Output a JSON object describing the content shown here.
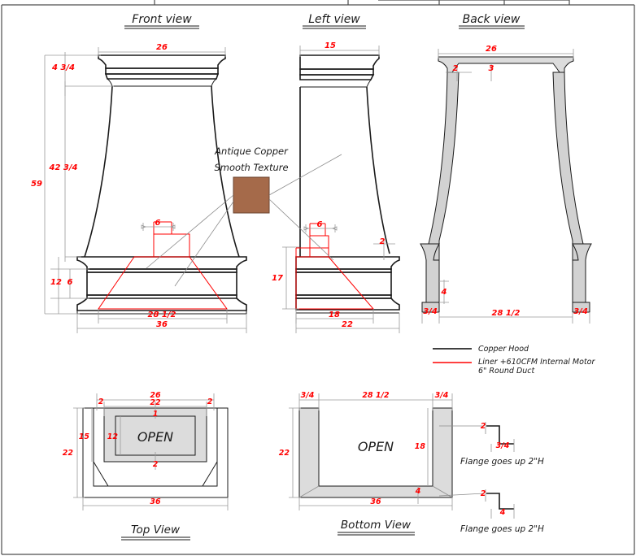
{
  "sheet": {
    "background": "#ffffff",
    "line_color": "#1a1a1a",
    "dim_color": "#ff0000",
    "leader_color": "#808080",
    "fill_gray": "#d9d9d9",
    "copper_swatch": "#a56a4a"
  },
  "views": {
    "front": {
      "title": "Front view",
      "dims": {
        "top_width": "26",
        "crown_height": "4 3/4",
        "body_height": "42 3/4",
        "total_height": "59",
        "base_total": "12",
        "base_band": "6",
        "duct_width": "6",
        "liner_width": "28 1/2",
        "bottom_width": "36"
      }
    },
    "left": {
      "title": "Left view",
      "dims": {
        "top_depth": "15",
        "base_height": "17",
        "duct_width": "6",
        "flange_offset": "2",
        "liner_depth": "18",
        "bottom_depth": "22"
      }
    },
    "back": {
      "title": "Back view",
      "dims": {
        "top_width": "26",
        "inset_left": "2",
        "inset_top": "3",
        "flange_left": "3/4",
        "flange_right": "3/4",
        "flange_height": "4",
        "inner_width": "28 1/2"
      }
    },
    "top": {
      "title": "Top View",
      "dims": {
        "outer_width": "26",
        "inner_width": "22",
        "side_left": "2",
        "side_right": "2",
        "lip_top": "1",
        "lip_bottom": "2",
        "depth_15": "15",
        "depth_12": "12",
        "overall_depth": "22",
        "overall_width": "36"
      },
      "label_open": "OPEN"
    },
    "bottom": {
      "title": "Bottom View",
      "dims": {
        "flange_left": "3/4",
        "inner_width": "28 1/2",
        "flange_right": "3/4",
        "overall_depth": "22",
        "inner_depth": "18",
        "front_flange": "4",
        "overall_width": "36"
      },
      "label_open": "OPEN"
    }
  },
  "material_note": {
    "line1": "Antique Copper",
    "line2": "Smooth Texture"
  },
  "legend": {
    "items": [
      {
        "color": "#000000",
        "label": "Copper Hood"
      },
      {
        "color": "#ff0000",
        "label": "Liner +610CFM Internal Motor",
        "label2": "6\" Round Duct"
      }
    ]
  },
  "flange_notes": [
    {
      "dim_v": "2",
      "dim_h": "3/4",
      "text": "Flange goes up 2\"H"
    },
    {
      "dim_v": "2",
      "dim_h": "4",
      "text": "Flange goes up 2\"H"
    }
  ]
}
